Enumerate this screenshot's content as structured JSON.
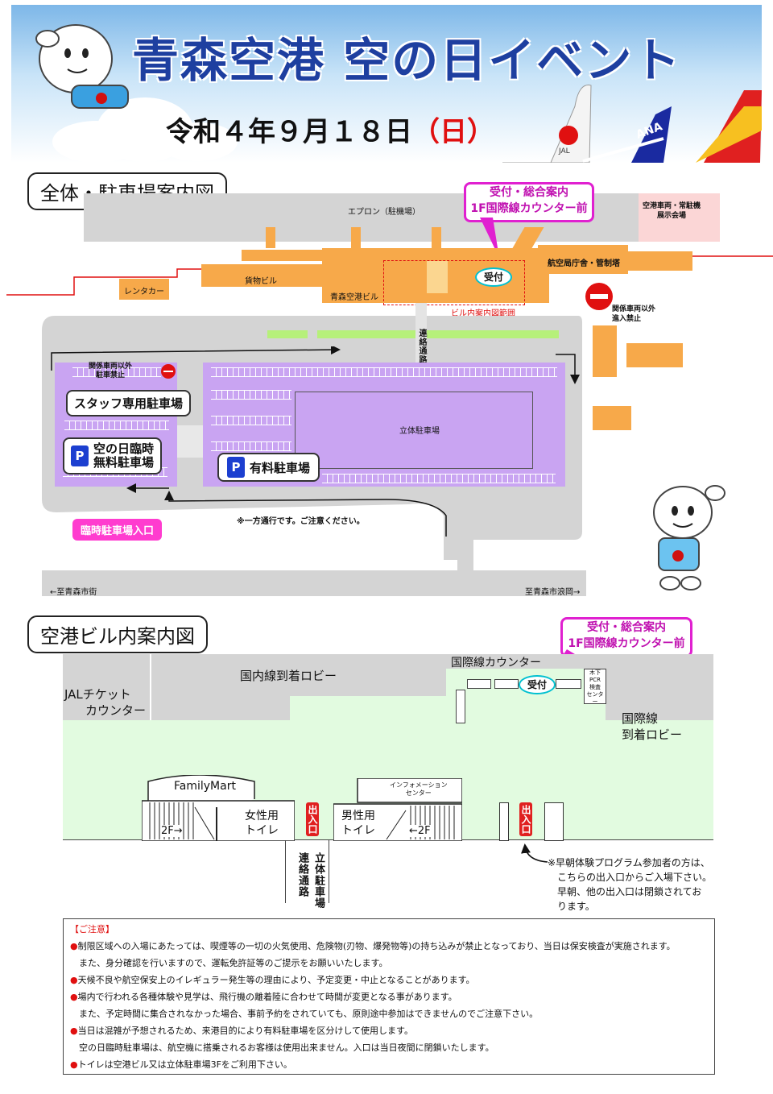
{
  "header": {
    "title": "青森空港 空の日イベント",
    "date_main": "令和４年９月１８日",
    "date_dow": "（日）"
  },
  "overview": {
    "section_title": "全体・駐車場案内図",
    "callout_line1": "受付・総合案内",
    "callout_line2": "1F国際線カウンター前",
    "apron": "エプロン（駐機場）",
    "display_area": "空港車両・常駐機\n展示会場",
    "aviation_office": "航空局庁舎・管制塔",
    "rental_car": "レンタカー",
    "cargo_building": "貨物ビル",
    "terminal": "青森空港ビル",
    "reception": "受付",
    "building_range": "ビル内案内図範囲",
    "no_entry_staff": "関係車両以外\n進入禁止",
    "connecting_passage": "連絡通路",
    "no_parking_staff": "関係車両以外\n駐車禁止",
    "staff_parking": "スタッフ専用駐車場",
    "temp_parking_line1": "空の日臨時",
    "temp_parking_line2": "無料駐車場",
    "multi_story": "立体駐車場",
    "paid_parking": "有料駐車場",
    "temp_entrance": "臨時駐車場入口",
    "one_way_note": "※一方通行です。ご注意ください。",
    "to_aomori": "←至青森市街",
    "to_namioka": "至青森市浪岡→",
    "p_symbol": "P"
  },
  "building": {
    "section_title": "空港ビル内案内図",
    "callout_line1": "受付・総合案内",
    "callout_line2": "1F国際線カウンター前",
    "intl_counter": "国際線カウンター",
    "domestic_arrival": "国内線到着ロビー",
    "jal_ticket_line1": "JALチケット",
    "jal_ticket_line2": "カウンター",
    "reception": "受付",
    "pcr_center": "木下\nPCR\n検査\nセンター",
    "intl_arrival_line1": "国際線",
    "intl_arrival_line2": "到着ロビー",
    "familymart": "FamilyMart",
    "info_center": "インフォメーション\nセンター",
    "womens_line1": "女性用",
    "womens_line2": "トイレ",
    "mens_line1": "男性用",
    "mens_line2": "トイレ",
    "to_2f_left": "2F→",
    "to_2f_right": "←2F",
    "exit": "出入口",
    "passage_a": "連絡通路",
    "passage_b": "立体駐車場",
    "early_note": "※早朝体験プログラム参加者の方は、\n　こちらの出入口からご入場下さい。\n　早朝、他の出入口は閉鎖されてお\n　ります。"
  },
  "notes": {
    "heading": "【ご注意】",
    "lines": [
      "●制限区域への入場にあたっては、喫煙等の一切の火気使用、危険物(刃物、爆発物等)の持ち込みが禁止となっており、当日は保安検査が実施されます。",
      "　また、身分確認を行いますので、運転免許証等のご提示をお願いいたします。",
      "●天候不良や航空保安上のイレギュラー発生等の理由により、予定変更・中止となることがあります。",
      "●場内で行われる各種体験や見学は、飛行機の離着陸に合わせて時間が変更となる事があります。",
      "　また、予定時間に集合されなかった場合、事前予約をされていても、原則途中参加はできませんのでご注意下さい。",
      "●当日は混雑が予想されるため、来港目的により有料駐車場を区分けして使用します。",
      "　空の日臨時駐車場は、航空機に搭乗されるお客様は使用出来ません。入口は当日夜間に閉鎖いたします。",
      "●トイレは空港ビル又は立体駐車場3Fをご利用下さい。"
    ]
  },
  "airlines": [
    "JAL",
    "ANA"
  ],
  "colors": {
    "title_blue": "#1e3fa0",
    "accent_pink": "#e020d0",
    "building_orange": "#f7a94a",
    "parking_purple": "#c9a4f2",
    "lobby_green": "#e2fbe0",
    "dow_red": "#e01010"
  },
  "icons": [
    "mascot-icon",
    "no-entry-icon",
    "parking-icon",
    "arrow-icon",
    "jal-crane-logo"
  ]
}
